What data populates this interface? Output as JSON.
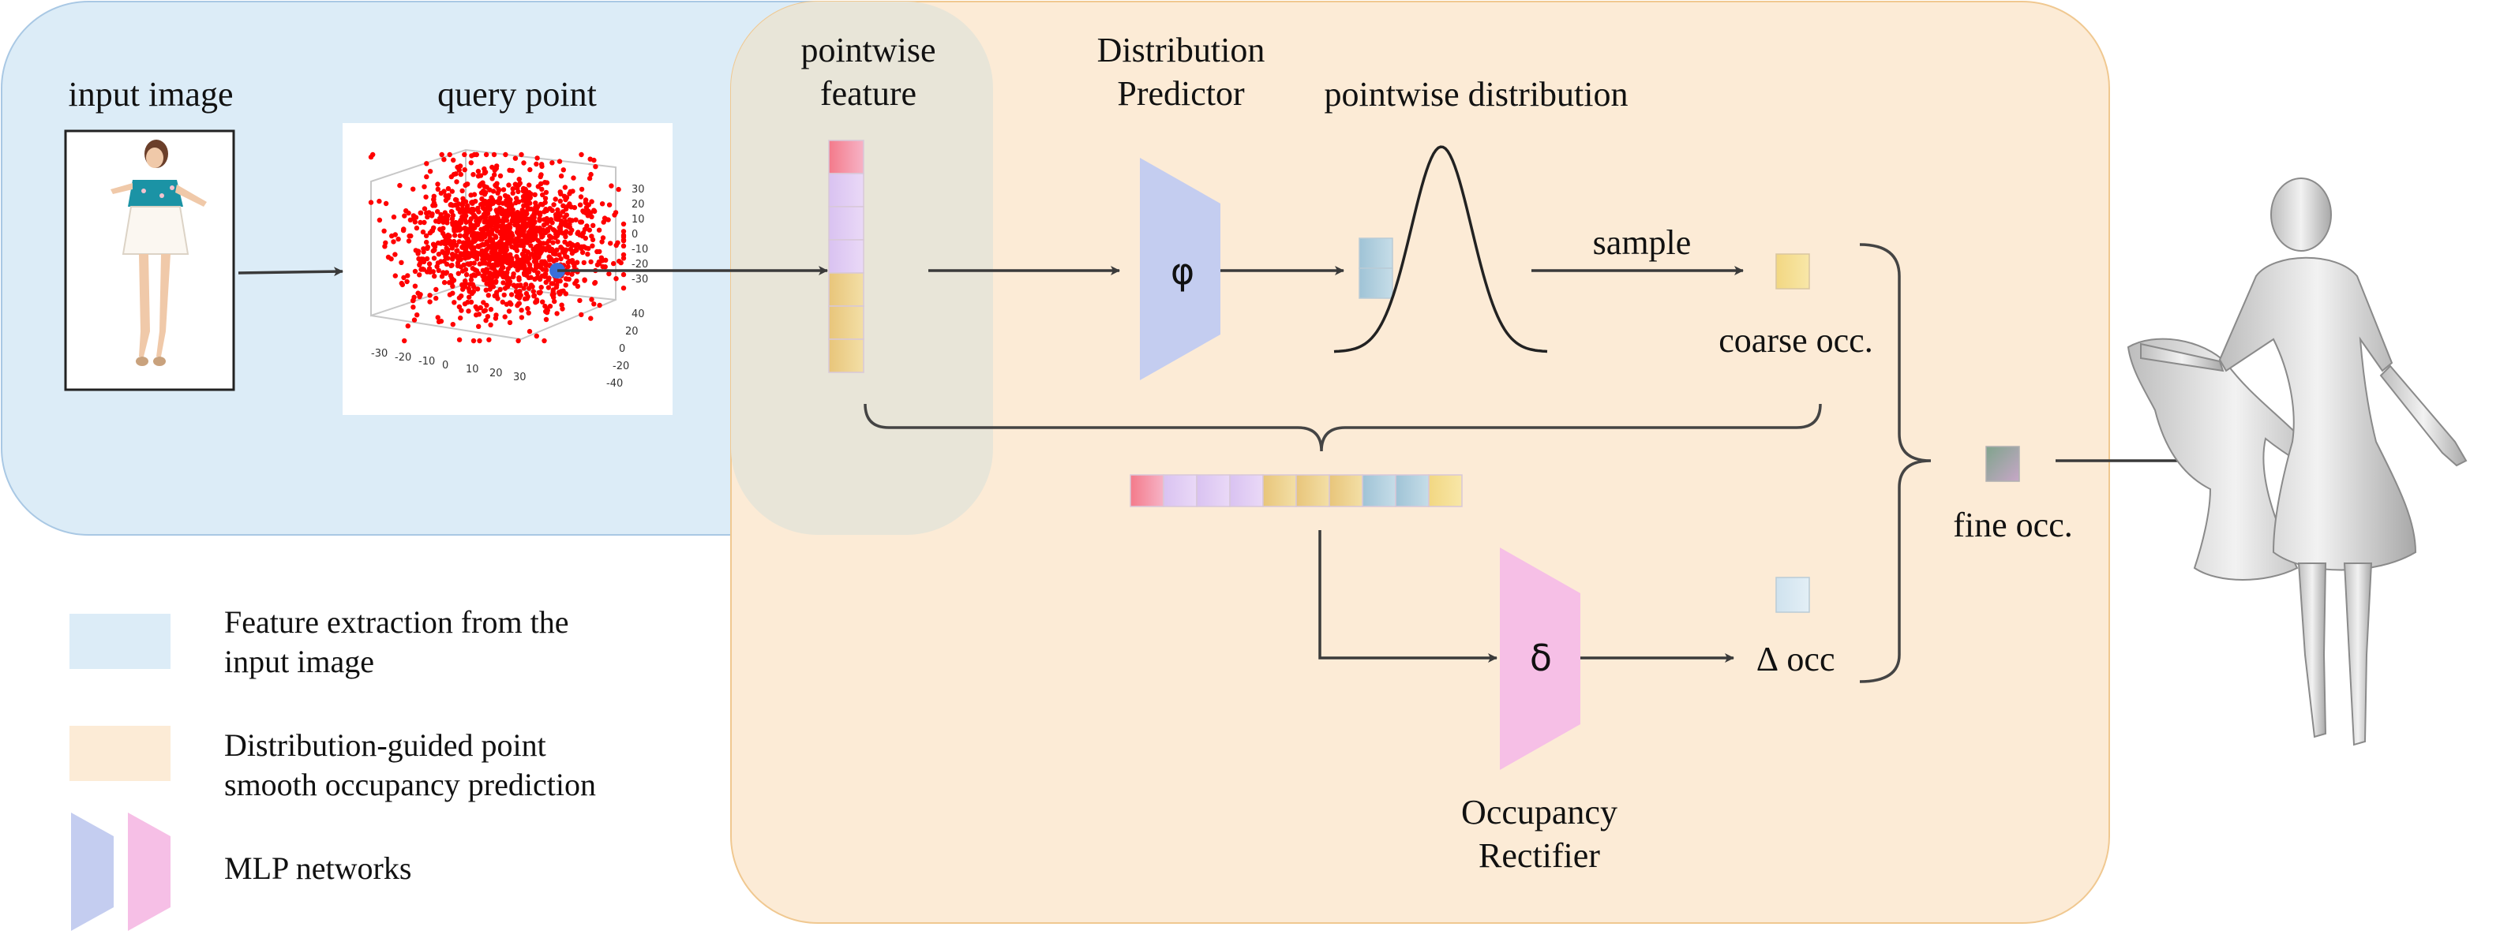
{
  "labels": {
    "input_image": "input image",
    "query_point": "query point",
    "pointwise_feature": "pointwise\nfeature",
    "distribution_predictor": "Distribution\nPredictor",
    "pointwise_distribution": "pointwise distribution",
    "sample": "sample",
    "coarse_occ": "coarse occ.",
    "fine_occ": "fine occ.",
    "delta_occ": "∆ occ",
    "occupancy_rectifier": "Occupancy\nRectifier",
    "phi": "φ",
    "delta": "δ"
  },
  "scatter_ticks": {
    "x": [
      "-30",
      "-20",
      "-10",
      "0",
      "10",
      "20",
      "30"
    ],
    "y": [
      "40",
      "20",
      "0",
      "-20",
      "-40"
    ],
    "z": [
      "30",
      "20",
      "10",
      "0",
      "-10",
      "-20",
      "-30"
    ]
  },
  "legend": [
    {
      "text": "Feature extraction from the\ninput image",
      "color": "#dcecf7"
    },
    {
      "text": "Distribution-guided point\nsmooth occupancy prediction",
      "color": "#fcebd6"
    },
    {
      "text": "MLP networks",
      "colors": [
        "#c4cdf0",
        "#f6bfe6"
      ]
    }
  ],
  "colors": {
    "blue_panel": "#dcecf7",
    "orange_panel": "#fcebd6",
    "overlap": "#e8e5d8",
    "mlp_phi": "#c4cdf0",
    "mlp_delta": "#f6bfe6",
    "scatter_red": "#ff0000",
    "query_dot": "#3b6fd8"
  },
  "feature_cells": [
    "red",
    "violet",
    "violet",
    "violet",
    "gold",
    "gold",
    "gold"
  ],
  "concat_cells": [
    "red",
    "violet",
    "violet",
    "violet",
    "gold",
    "gold",
    "gold",
    "blue",
    "blue",
    "yellow"
  ]
}
